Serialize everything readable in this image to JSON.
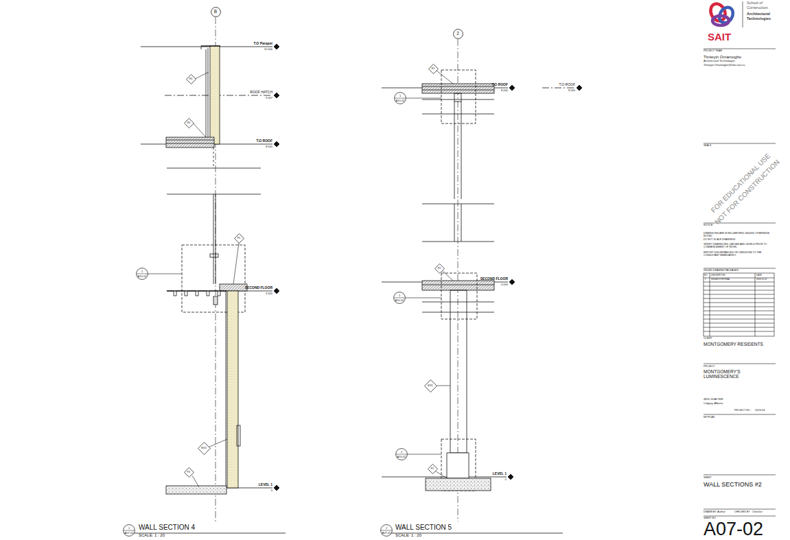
{
  "diagram": {
    "nodes": [
      {
        "text": [
          "B"
        ]
      },
      {
        "text": [
          "R1"
        ]
      },
      {
        "text": [
          "R1"
        ]
      },
      {
        "text": [
          "2",
          "A10-02"
        ]
      },
      {
        "text": [
          "F1"
        ]
      },
      {
        "text": [
          "EX2"
        ]
      },
      {
        "text": [
          "F1"
        ]
      },
      {
        "text": [
          "1",
          "A07-02"
        ]
      },
      {
        "text": [
          "2"
        ]
      },
      {
        "text": [
          "R1"
        ]
      },
      {
        "text": [
          "1",
          "A10-02"
        ]
      },
      {
        "text": [
          "F1"
        ]
      },
      {
        "text": [
          "1",
          "A10-02"
        ]
      },
      {
        "text": [
          "EX1"
        ]
      },
      {
        "text": [
          "2",
          "A10-02"
        ]
      },
      {
        "text": [
          "F1"
        ]
      },
      {
        "text": [
          "2",
          "A07-02"
        ]
      }
    ],
    "labels": [
      "T.O Parapet",
      "10 000",
      "ROOF HATCH",
      "9 007",
      "T.O ROOF",
      "8 000",
      "SECOND FLOOR",
      "4 000",
      "LEVEL 1",
      "0",
      "T.O ROOF",
      "8 000",
      "T.O ROOF",
      "8 000",
      "SECOND FLOOR",
      "4 000",
      "LEVEL 1",
      "0",
      "WALL SECTION 4",
      "SCALE: 1 : 20",
      "WALL SECTION 5",
      "SCALE: 1 : 20",
      "School of",
      "Construction",
      "Architectural",
      "Technologies",
      "SAIT",
      "PROJECT TEAM",
      "Timieyin Omamogho",
      "Architectural Technologist",
      "Timieyin.Omamogho@edu.sait.ca",
      "SEALS",
      "FOR EDUCATIONAL USE",
      "NOT FOR CONSTRUCTION",
      "NOTICE",
      "DIMENSIONS ARE IN MILLIMETERS UNLESS OTHERWISE NOTED.",
      "DO NOT SCALE DRAWINGS.",
      "VERIFY DIMENSIONS, DATUMS AND LEVELS PRIOR TO COMMENCEMENT OF WORK.",
      "REPORT DISCREPANCIES OR OMISSIONS TO THE CONSULTANT IMMEDIATELY.",
      "ISSUED DRAWING PACKAGES",
      "NO",
      "DESCRIPTION",
      "DATE",
      "1",
      "ISSUED FOR FINAL",
      "2023-12-01",
      "CLIENT",
      "MONTGOMERY RESIDENTS",
      "PROJECT",
      "MONTGOMERY'S",
      "LUMINESCENCE",
      "4820 16 AV NW",
      "Calgary, Alberta",
      "PROJECT NO.:",
      "2023.03",
      "KEYPLAN",
      "SHEET",
      "WALL SECTIONS #2",
      "DRAWN BY",
      "Author",
      "CHECKED BY",
      "Checker",
      "SHEET NO.",
      "A07-02"
    ]
  }
}
